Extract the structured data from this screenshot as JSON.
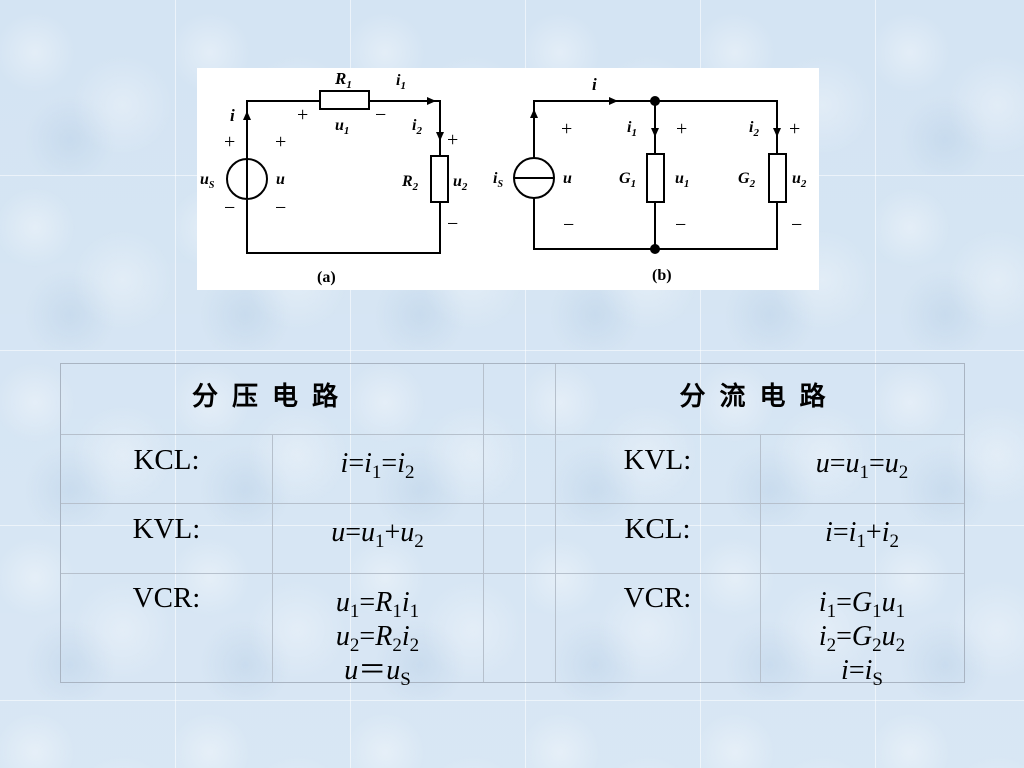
{
  "figure": {
    "circuit_a": {
      "caption": "(a)",
      "source": {
        "name": "u",
        "sub": "S"
      },
      "voltage_u": "u",
      "current_i": "i",
      "resistor1": {
        "name": "R",
        "sub": "1"
      },
      "current1": {
        "name": "i",
        "sub": "1"
      },
      "voltage1": {
        "name": "u",
        "sub": "1"
      },
      "current2": {
        "name": "i",
        "sub": "2"
      },
      "resistor2": {
        "name": "R",
        "sub": "2"
      },
      "voltage2": {
        "name": "u",
        "sub": "2"
      },
      "plus": "+",
      "minus": "−"
    },
    "circuit_b": {
      "caption": "(b)",
      "source": {
        "name": "i",
        "sub": "S"
      },
      "voltage_u": "u",
      "current_i": "i",
      "current1": {
        "name": "i",
        "sub": "1"
      },
      "conductance1": {
        "name": "G",
        "sub": "1"
      },
      "voltage1": {
        "name": "u",
        "sub": "1"
      },
      "current2": {
        "name": "i",
        "sub": "2"
      },
      "conductance2": {
        "name": "G",
        "sub": "2"
      },
      "voltage2": {
        "name": "u",
        "sub": "2"
      },
      "plus": "+",
      "minus": "−"
    }
  },
  "table": {
    "left_header": "分压电路",
    "right_header": "分流电路",
    "left_rows": [
      {
        "label": "KCL:"
      },
      {
        "label": "KVL:"
      },
      {
        "label": "VCR:"
      }
    ],
    "right_rows": [
      {
        "label": "KVL:"
      },
      {
        "label": "KCL:"
      },
      {
        "label": "VCR:"
      }
    ]
  }
}
